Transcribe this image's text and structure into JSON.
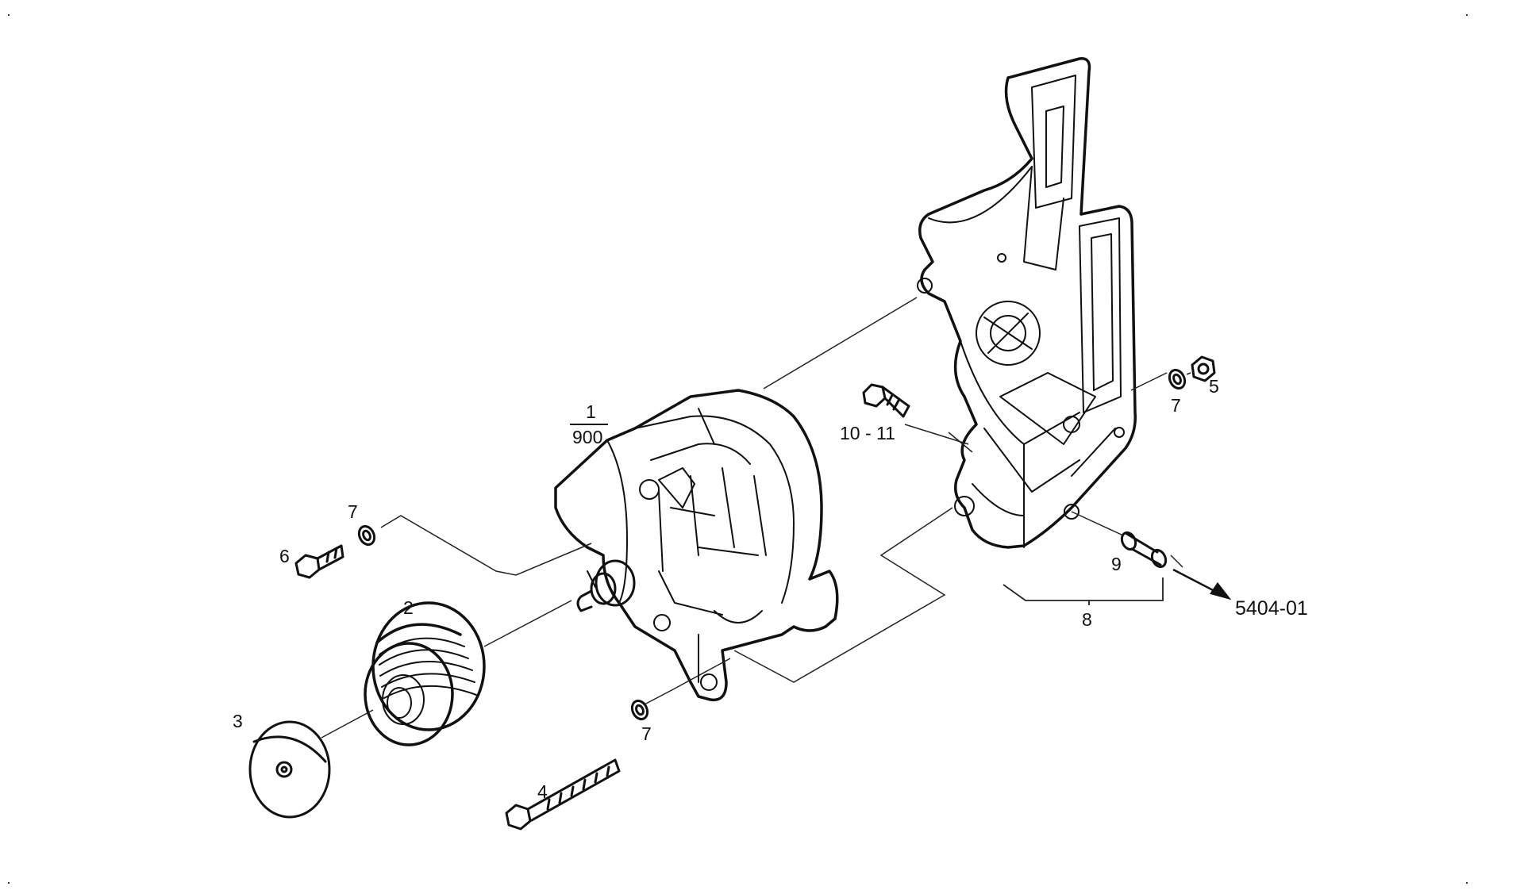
{
  "callouts": {
    "alternator_top": "1",
    "alternator_bottom": "900",
    "pulley": "2",
    "cap": "3",
    "long_bolt": "4",
    "nut": "5",
    "bolt_small": "6",
    "washer_upper_left": "7",
    "washer_lower": "7",
    "washer_right": "7",
    "bracket_assembly": "8",
    "dowel": "9",
    "bracket_bolt": "10 - 11",
    "reference": "5404-01"
  }
}
